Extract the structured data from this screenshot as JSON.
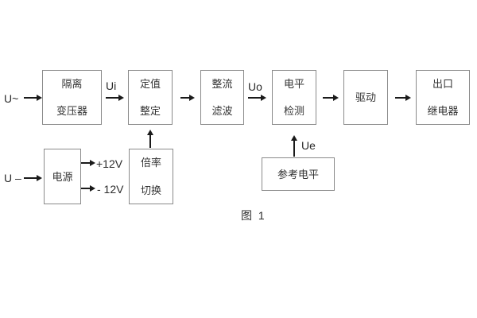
{
  "figure": {
    "caption": "图 1",
    "blocks": {
      "isolation_transformer": {
        "line1": "隔离",
        "line2": "变压器"
      },
      "setting_adjust": {
        "line1": "定值",
        "line2": "整定"
      },
      "rectify_filter": {
        "line1": "整流",
        "line2": "滤波"
      },
      "level_detect": {
        "line1": "电平",
        "line2": "检测"
      },
      "drive": {
        "label": "驱动"
      },
      "output_relay": {
        "line1": "出口",
        "line2": "继电器"
      },
      "power_supply": {
        "label": "电源"
      },
      "ratio_switch": {
        "line1": "倍率",
        "line2": "切换"
      },
      "reference_level": {
        "label": "参考电平"
      }
    },
    "signals": {
      "ac_input": "U~",
      "dc_input": "U –",
      "ui": "Ui",
      "uo": "Uo",
      "ue": "Ue",
      "plus_12v": "+12V",
      "minus_12v": "- 12V"
    },
    "colors": {
      "background": "#ffffff",
      "box_border": "#8a8a8a",
      "text": "#333333",
      "arrow": "#1a1a1a"
    }
  }
}
